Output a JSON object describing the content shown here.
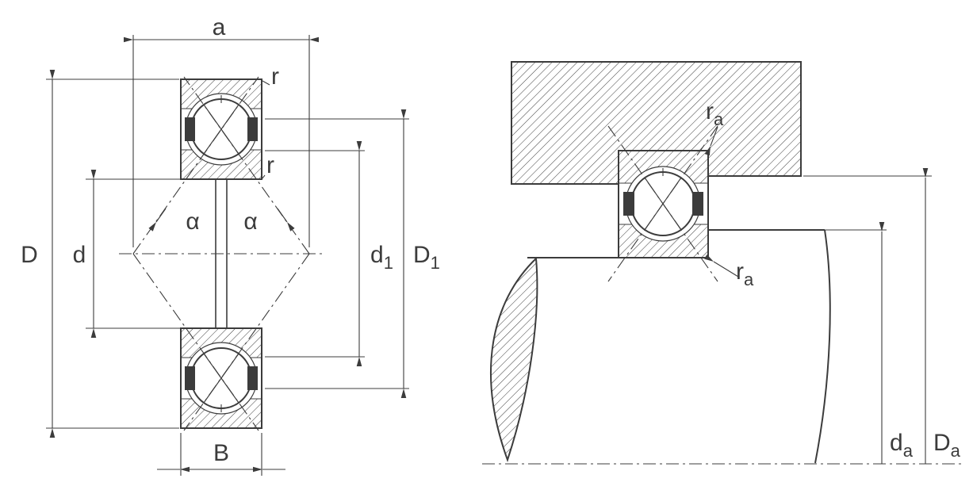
{
  "figure": {
    "type": "technical-drawing",
    "description": "Four-point contact ball bearing: cross-section with dimensions (left) and mounting/abutment dimensions (right)"
  },
  "left_view": {
    "labels": {
      "a": "a",
      "r_outer": "r",
      "r_inner": "r",
      "alpha_left": "α",
      "alpha_right": "α",
      "D": "D",
      "d": "d",
      "d1_base": "d",
      "d1_sub": "1",
      "D1_base": "D",
      "D1_sub": "1",
      "B": "B"
    }
  },
  "right_view": {
    "labels": {
      "ra_top_base": "r",
      "ra_top_sub": "a",
      "ra_bottom_base": "r",
      "ra_bottom_sub": "a",
      "da_base": "d",
      "da_sub": "a",
      "Da_base": "D",
      "Da_sub": "a"
    }
  },
  "colors": {
    "line": "#3c3c3c",
    "background": "#ffffff"
  }
}
